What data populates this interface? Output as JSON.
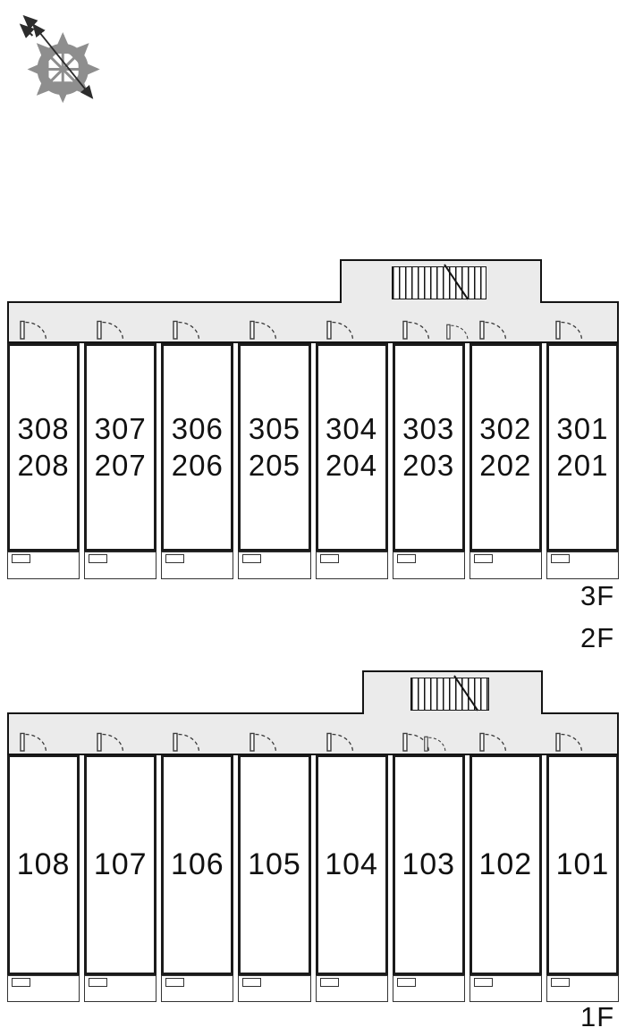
{
  "colors": {
    "line": "#141414",
    "corridor_fill": "#ebebeb",
    "compass_gray": "#8e8e8e",
    "background": "#ffffff"
  },
  "icons": {
    "compass": "compass-rose",
    "stairs": "staircase-hatch",
    "door": "door-swing-arc"
  },
  "plans": [
    {
      "floor_labels": [
        "3F",
        "2F"
      ],
      "units": [
        {
          "line1": "308",
          "line2": "208"
        },
        {
          "line1": "307",
          "line2": "207"
        },
        {
          "line1": "306",
          "line2": "206"
        },
        {
          "line1": "305",
          "line2": "205"
        },
        {
          "line1": "304",
          "line2": "204"
        },
        {
          "line1": "303",
          "line2": "203"
        },
        {
          "line1": "302",
          "line2": "202"
        },
        {
          "line1": "301",
          "line2": "201"
        }
      ]
    },
    {
      "floor_labels": [
        "1F"
      ],
      "units": [
        {
          "line1": "108"
        },
        {
          "line1": "107"
        },
        {
          "line1": "106"
        },
        {
          "line1": "105"
        },
        {
          "line1": "104"
        },
        {
          "line1": "103"
        },
        {
          "line1": "102"
        },
        {
          "line1": "101"
        }
      ]
    }
  ]
}
